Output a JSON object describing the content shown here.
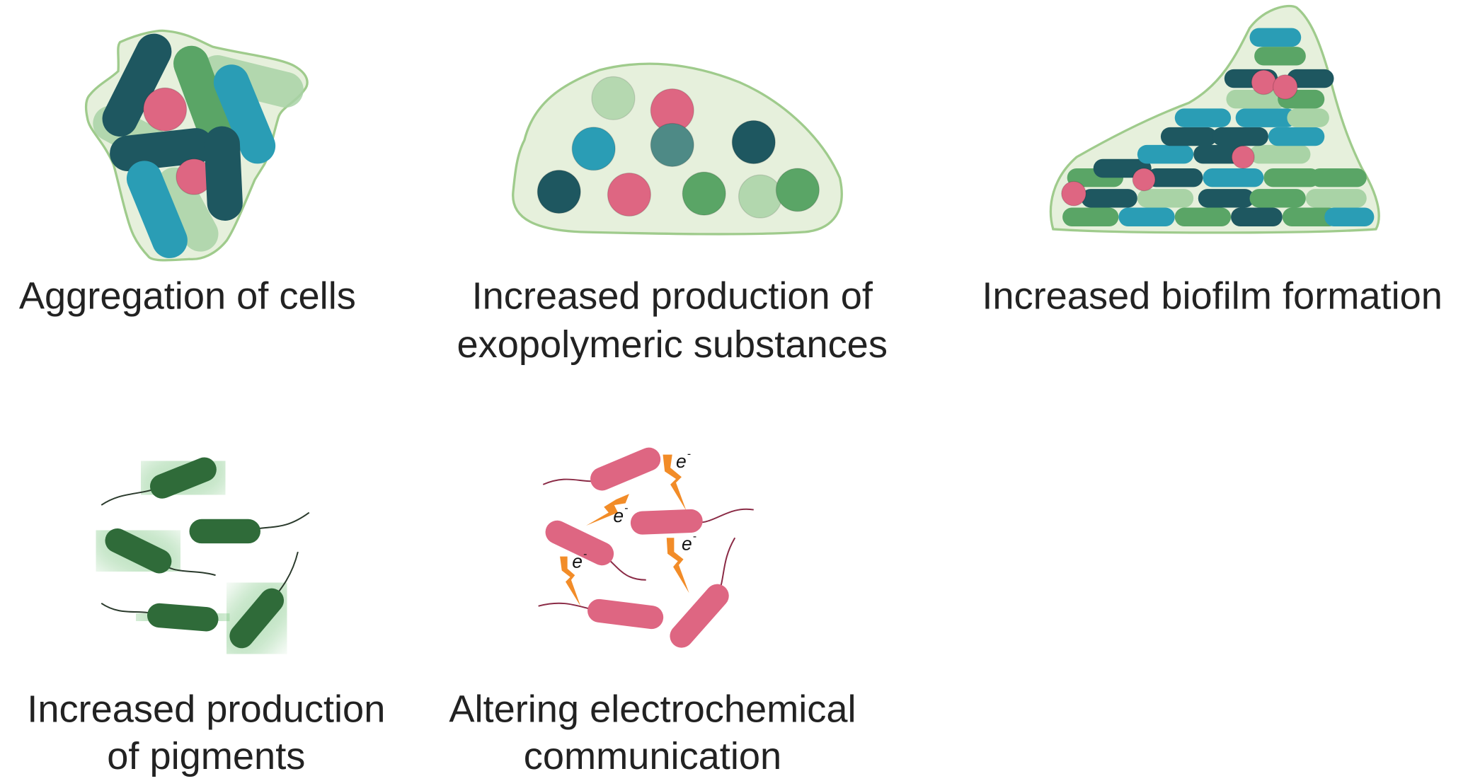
{
  "panels": [
    {
      "label_lines": [
        "Aggregation of cells"
      ]
    },
    {
      "label_lines": [
        "Increased production of",
        "exopolymeric substances"
      ]
    },
    {
      "label_lines": [
        "Increased biofilm formation"
      ]
    },
    {
      "label_lines": [
        "Increased production",
        "of pigments"
      ]
    },
    {
      "label_lines": [
        "Altering electrochemical",
        "communication"
      ]
    }
  ],
  "electron_symbol": "e",
  "electron_charge": "-",
  "colors": {
    "matrix_fill": "#e6f0dc",
    "matrix_stroke": "#9fcb8c",
    "dark_teal": "#1e5760",
    "cyan": "#2a9db5",
    "green": "#5aa566",
    "light_green": "#a9d3a6",
    "pink": "#de6682",
    "pigment_green": "#2f6b39",
    "bolt_orange": "#f28c28"
  }
}
